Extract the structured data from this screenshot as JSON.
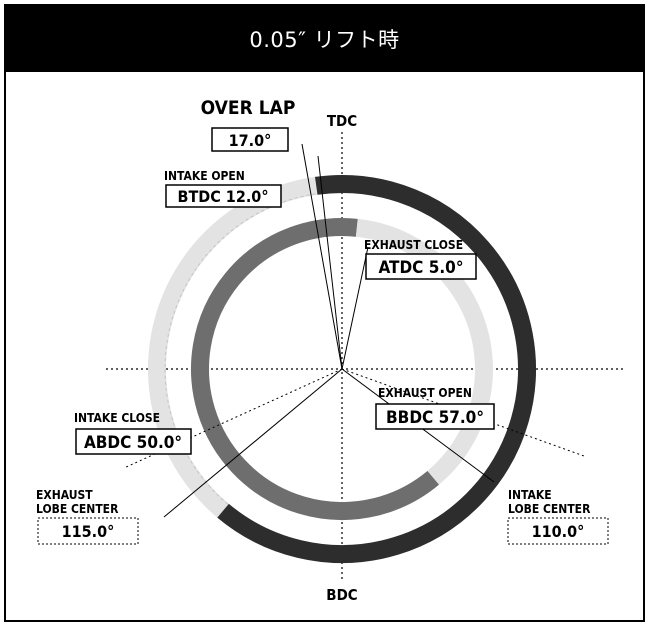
{
  "title": "0.05″ リフト時",
  "labels": {
    "tdc": "TDC",
    "bdc": "BDC",
    "over_lap": "OVER LAP",
    "intake_open": "INTAKE OPEN",
    "exhaust_close": "EXHAUST CLOSE",
    "exhaust_open": "EXHAUST OPEN",
    "intake_close": "INTAKE CLOSE",
    "exhaust_lobe_center_1": "EXHAUST",
    "exhaust_lobe_center_2": "LOBE CENTER",
    "intake_lobe_center_1": "INTAKE",
    "intake_lobe_center_2": "LOBE CENTER"
  },
  "values": {
    "over_lap": "17.0°",
    "intake_open": "BTDC 12.0°",
    "exhaust_close": "ATDC 5.0°",
    "exhaust_open": "BBDC 57.0°",
    "intake_close": "ABDC 50.0°",
    "exhaust_lobe_center": "115.0°",
    "intake_lobe_center": "110.0°"
  },
  "colors": {
    "intake": "#2d2d2d",
    "exhaust": "#6e6e6e",
    "overlap_area": "#e3e3e3"
  }
}
